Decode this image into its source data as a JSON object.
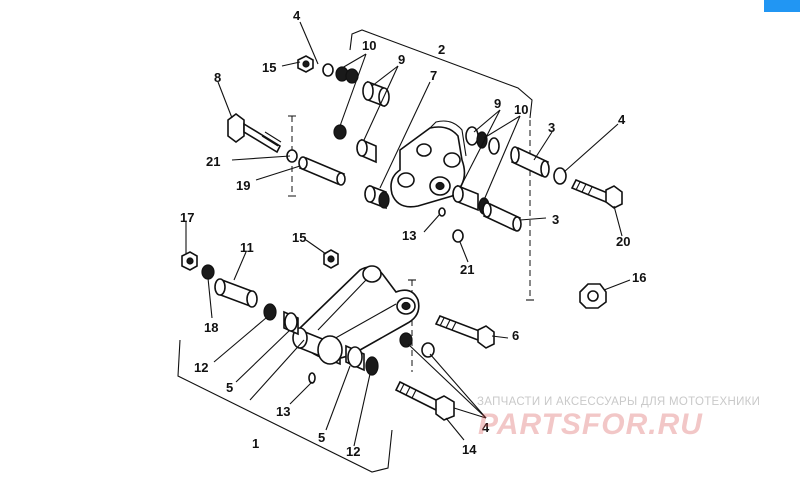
{
  "watermark": {
    "tagline": "ЗАПЧАСТИ И АКСЕССУАРЫ ДЛЯ МОТОТЕХНИКИ",
    "logo": "PARTSFOR.RU"
  },
  "labels": {
    "l1": "1",
    "l2": "2",
    "l3a": "3",
    "l3b": "3",
    "l4a": "4",
    "l4b": "4",
    "l4c": "4",
    "l5a": "5",
    "l5b": "5",
    "l6": "6",
    "l7": "7",
    "l8": "8",
    "l9a": "9",
    "l9b": "9",
    "l10a": "10",
    "l10b": "10",
    "l11": "11",
    "l12a": "12",
    "l12b": "12",
    "l13a": "13",
    "l13b": "13",
    "l14": "14",
    "l15a": "15",
    "l15b": "15",
    "l16": "16",
    "l17": "17",
    "l18": "18",
    "l19": "19",
    "l20": "20",
    "l21a": "21",
    "l21b": "21"
  }
}
